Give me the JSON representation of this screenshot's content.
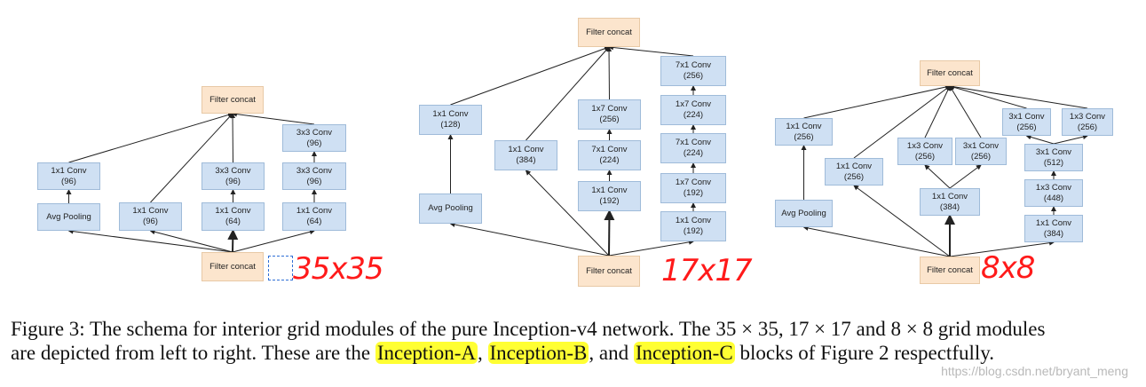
{
  "diagrams": [
    {
      "nodes": {
        "concat_top": {
          "title": "Filter concat",
          "kind": "concat"
        },
        "p1": {
          "title": "1x1 Conv",
          "sub": "(96)"
        },
        "pool": {
          "title": "Avg Pooling",
          "sub": ""
        },
        "b2": {
          "title": "1x1 Conv",
          "sub": "(96)"
        },
        "b3a": {
          "title": "3x3 Conv",
          "sub": "(96)"
        },
        "b3b": {
          "title": "1x1 Conv",
          "sub": "(64)"
        },
        "b4a": {
          "title": "3x3 Conv",
          "sub": "(96)"
        },
        "b4b": {
          "title": "3x3 Conv",
          "sub": "(96)"
        },
        "b4c": {
          "title": "1x1 Conv",
          "sub": "(64)"
        },
        "concat_bottom": {
          "title": "Filter concat",
          "kind": "concat"
        }
      },
      "handwritten": "35x35"
    },
    {
      "nodes": {
        "concat_top": {
          "title": "Filter concat",
          "kind": "concat"
        },
        "p1": {
          "title": "1x1 Conv",
          "sub": "(128)"
        },
        "pool": {
          "title": "Avg Pooling",
          "sub": ""
        },
        "b2": {
          "title": "1x1 Conv",
          "sub": "(384)"
        },
        "b3a": {
          "title": "1x7 Conv",
          "sub": "(256)"
        },
        "b3b": {
          "title": "7x1 Conv",
          "sub": "(224)"
        },
        "b3c": {
          "title": "1x1 Conv",
          "sub": "(192)"
        },
        "b4a": {
          "title": "7x1 Conv",
          "sub": "(256)"
        },
        "b4b": {
          "title": "1x7 Conv",
          "sub": "(224)"
        },
        "b4c": {
          "title": "7x1 Conv",
          "sub": "(224)"
        },
        "b4d": {
          "title": "1x7 Conv",
          "sub": "(192)"
        },
        "b4e": {
          "title": "1x1 Conv",
          "sub": "(192)"
        },
        "concat_bottom": {
          "title": "Filter concat",
          "kind": "concat"
        }
      },
      "handwritten": "17x17"
    },
    {
      "nodes": {
        "concat_top": {
          "title": "Filter concat",
          "kind": "concat"
        },
        "p1": {
          "title": "1x1 Conv",
          "sub": "(256)"
        },
        "pool": {
          "title": "Avg Pooling",
          "sub": ""
        },
        "b2": {
          "title": "1x1 Conv",
          "sub": "(256)"
        },
        "b3l": {
          "title": "1x3 Conv",
          "sub": "(256)"
        },
        "b3r": {
          "title": "3x1 Conv",
          "sub": "(256)"
        },
        "b3b": {
          "title": "1x1 Conv",
          "sub": "(384)"
        },
        "b4l": {
          "title": "3x1 Conv",
          "sub": "(256)"
        },
        "b4r": {
          "title": "1x3 Conv",
          "sub": "(256)"
        },
        "b4m": {
          "title": "3x1 Conv",
          "sub": "(512)"
        },
        "b4n": {
          "title": "1x3 Conv",
          "sub": "(448)"
        },
        "b4o": {
          "title": "1x1 Conv",
          "sub": "(384)"
        },
        "concat_bottom": {
          "title": "Filter concat",
          "kind": "concat"
        }
      },
      "handwritten": "8x8"
    }
  ],
  "caption": {
    "line1": "Figure 3: The schema for interior grid modules of the pure Inception-v4 network. The 35 × 35, 17 × 17 and 8 × 8 grid modules",
    "line2_pre": "are depicted from left to right. These are the ",
    "hl_a": "Inception-A",
    "sep1": ", ",
    "hl_b": "Inception-B",
    "sep2": ", and ",
    "hl_c": "Inception-C",
    "line2_post": " blocks of Figure 2 respectfully."
  },
  "watermark": "https://blog.csdn.net/bryant_meng"
}
